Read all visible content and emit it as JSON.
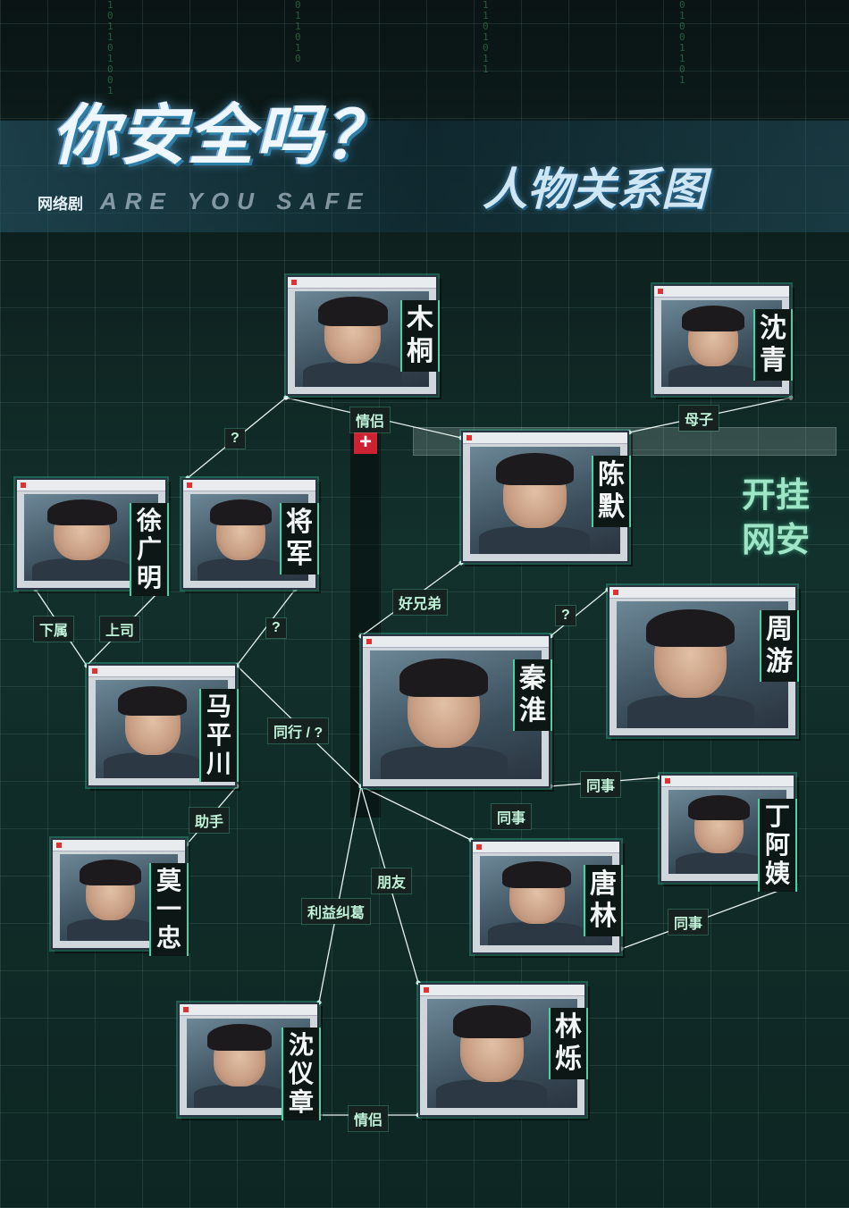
{
  "header": {
    "title": "你安全吗？",
    "subtitle": "人物关系图",
    "series_label": "网络剧",
    "english_title": "ARE YOU SAFE"
  },
  "slogan": [
    "开挂",
    "网安"
  ],
  "characters": [
    {
      "id": "mu_jiong",
      "name": "木桐"
    },
    {
      "id": "shen_qing",
      "name": "沈青"
    },
    {
      "id": "chen_mo",
      "name": "陈默"
    },
    {
      "id": "xu_guangming",
      "name": "徐广明"
    },
    {
      "id": "jiang_jun",
      "name": "将军"
    },
    {
      "id": "zhou_you",
      "name": "周游"
    },
    {
      "id": "ma_pingchuan",
      "name": "马平川"
    },
    {
      "id": "qin_huai",
      "name": "秦淮"
    },
    {
      "id": "ding_ayi",
      "name": "丁阿姨"
    },
    {
      "id": "mo_yizhong",
      "name": "莫一忠"
    },
    {
      "id": "tang_lin",
      "name": "唐林"
    },
    {
      "id": "shen_yizhang",
      "name": "沈仪章"
    },
    {
      "id": "lin_shuo",
      "name": "林烁"
    }
  ],
  "relations": [
    {
      "label": "情侣",
      "from": "mu_jiong",
      "to": "chen_mo"
    },
    {
      "label": "母子",
      "from": "shen_qing",
      "to": "chen_mo"
    },
    {
      "label": "?",
      "from": "mu_jiong",
      "to": "jiang_jun"
    },
    {
      "label": "下属",
      "from": "xu_guangming",
      "to": "ma_pingchuan"
    },
    {
      "label": "上司",
      "from": "ma_pingchuan",
      "to": "xu_guangming"
    },
    {
      "label": "?",
      "from": "jiang_jun",
      "to": "ma_pingchuan"
    },
    {
      "label": "好兄弟",
      "from": "chen_mo",
      "to": "qin_huai"
    },
    {
      "label": "?",
      "from": "qin_huai",
      "to": "zhou_you"
    },
    {
      "label": "同行 / ?",
      "from": "ma_pingchuan",
      "to": "qin_huai"
    },
    {
      "label": "同事",
      "from": "qin_huai",
      "to": "ding_ayi"
    },
    {
      "label": "同事",
      "from": "qin_huai",
      "to": "tang_lin"
    },
    {
      "label": "助手",
      "from": "ma_pingchuan",
      "to": "mo_yizhong"
    },
    {
      "label": "朋友",
      "from": "qin_huai",
      "to": "lin_shuo"
    },
    {
      "label": "利益纠葛",
      "from": "qin_huai",
      "to": "shen_yizhang"
    },
    {
      "label": "同事",
      "from": "tang_lin",
      "to": "ding_ayi"
    },
    {
      "label": "情侣",
      "from": "shen_yizhang",
      "to": "lin_shuo"
    }
  ],
  "colors": {
    "accent": "#3fd6a5",
    "background": "#0f1f1e",
    "label_text": "#bff2d8"
  }
}
